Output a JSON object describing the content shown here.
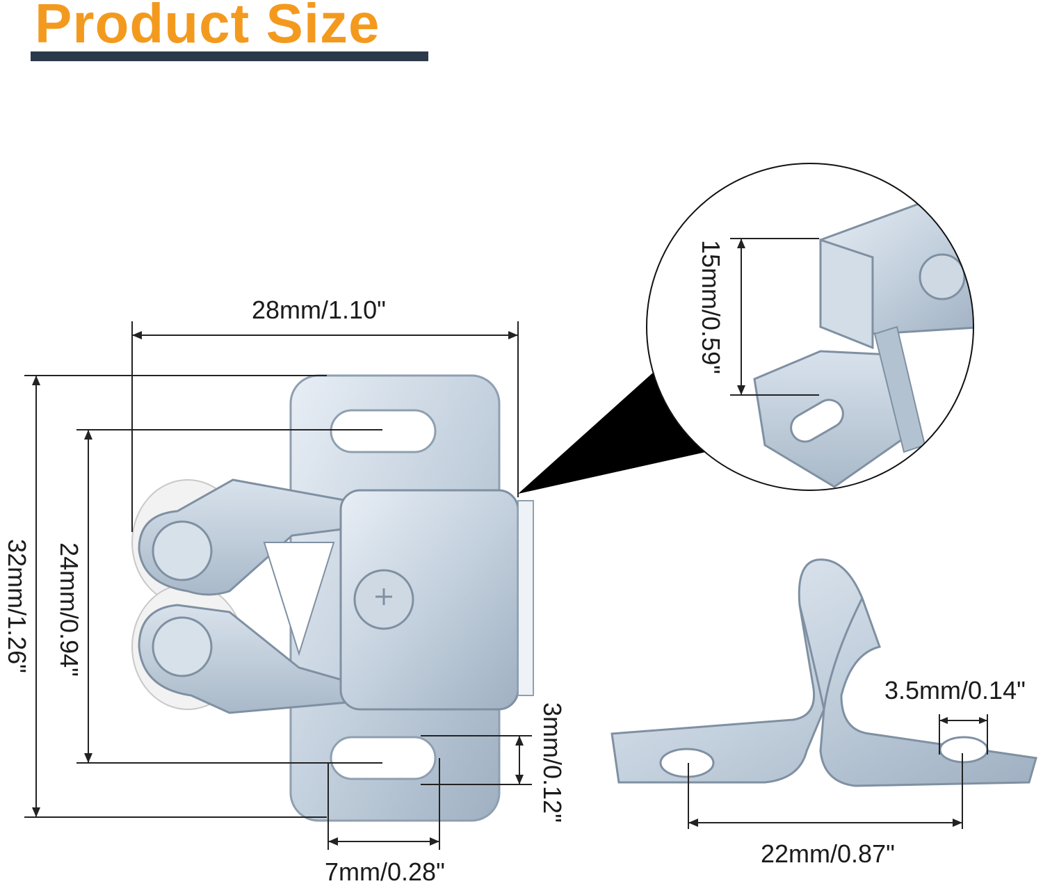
{
  "title": "Product Size",
  "colors": {
    "title": "#f39a1e",
    "title_bar": "#2b3a4a",
    "metal": "#c9d6e3",
    "metal_dark": "#8e9fb0",
    "line": "#222222"
  },
  "dimensions": {
    "width": "28mm/1.10\"",
    "height": "32mm/1.26\"",
    "hole_spacing": "24mm/0.94\"",
    "slot_height": "3mm/0.12\"",
    "slot_width": "7mm/0.28\"",
    "body_depth": "15mm/0.59\"",
    "hole_diameter": "3.5mm/0.14\"",
    "clip_hole_spacing": "22mm/0.87\""
  }
}
